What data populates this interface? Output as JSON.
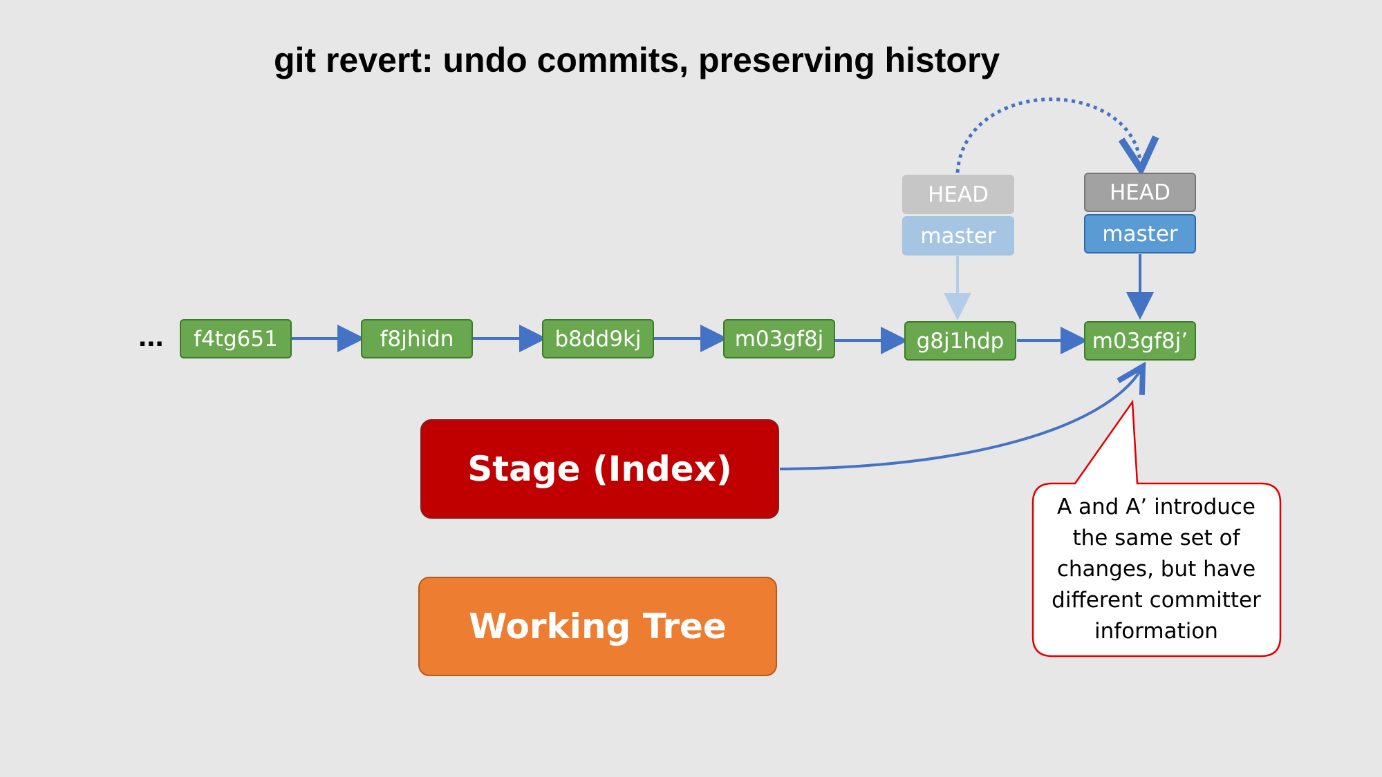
{
  "title": "git revert: undo commits, preserving history",
  "ellipsis": "...",
  "commits": [
    {
      "id": "f4tg651"
    },
    {
      "id": "f8jhidn"
    },
    {
      "id": "b8dd9kj"
    },
    {
      "id": "m03gf8j"
    },
    {
      "id": "g8j1hdp"
    },
    {
      "id": "m03gf8j’"
    }
  ],
  "refs": {
    "old": {
      "head_label": "HEAD",
      "branch_label": "master"
    },
    "new": {
      "head_label": "HEAD",
      "branch_label": "master"
    }
  },
  "stage_label": "Stage (Index)",
  "working_tree_label": "Working Tree",
  "callout": {
    "lines": [
      "A and A’ introduce",
      "the same set of",
      "changes, but have",
      "different committer",
      "information"
    ]
  },
  "colors": {
    "commit_fill": "#6aa84f",
    "arrow_blue": "#4472c4",
    "arrow_faded": "#a6c5e3",
    "stage_fill": "#c00000",
    "working_tree_fill": "#ed7d31",
    "callout_border": "#e00000"
  }
}
